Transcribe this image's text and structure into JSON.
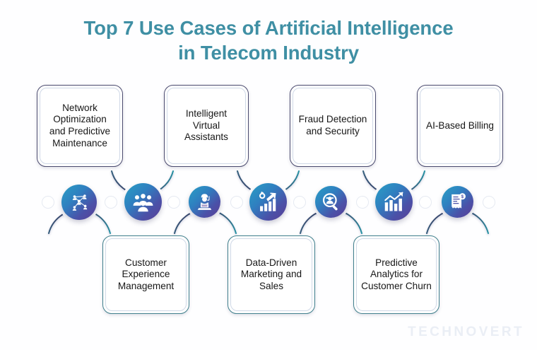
{
  "title": {
    "line1": "Top 7 Use Cases of Artificial Intelligence",
    "line2": "in Telecom Industry"
  },
  "colors": {
    "title": "#3f8fa4",
    "box_border_dark": "#4a4a6e",
    "box_border_teal": "#3f7f8c",
    "box_inner_border": "#cfd8e6",
    "node_gradient_start": "#2a9fc4",
    "node_gradient_end": "#5b3f96",
    "arc_stroke_dark": "#3a3a64",
    "arc_stroke_teal": "#2f8ea0",
    "background": "#fefeff",
    "watermark": "#eaeef5",
    "text": "#171717"
  },
  "use_cases": [
    {
      "index": 1,
      "label": "Network Optimization and Predictive Maintenance",
      "position": "top",
      "icon": "network-nodes-people-icon"
    },
    {
      "index": 2,
      "label": "Customer Experience Management",
      "position": "bottom",
      "icon": "user-group-icon"
    },
    {
      "index": 3,
      "label": "Intelligent Virtual Assistants",
      "position": "top",
      "icon": "agent-with-laptop-icon"
    },
    {
      "index": 4,
      "label": "Data-Driven Marketing and Sales",
      "position": "bottom",
      "icon": "bar-chart-growth-arrow-icon"
    },
    {
      "index": 5,
      "label": "Fraud Detection and Security",
      "position": "top",
      "icon": "magnifier-fraud-person-icon"
    },
    {
      "index": 6,
      "label": "Predictive Analytics for Customer Churn",
      "position": "bottom",
      "icon": "bar-chart-trend-line-icon"
    },
    {
      "index": 7,
      "label": "AI-Based Billing",
      "position": "top",
      "icon": "invoice-dollar-icon"
    }
  ],
  "watermark": "TECHNOVERT"
}
